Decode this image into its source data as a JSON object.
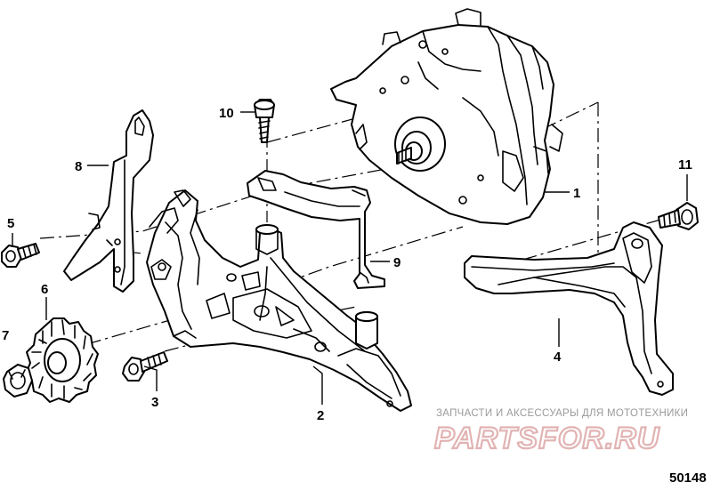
{
  "callouts": [
    {
      "id": "1",
      "label": "1"
    },
    {
      "id": "2",
      "label": "2"
    },
    {
      "id": "3",
      "label": "3"
    },
    {
      "id": "4",
      "label": "4"
    },
    {
      "id": "5",
      "label": "5"
    },
    {
      "id": "6",
      "label": "6"
    },
    {
      "id": "7",
      "label": "7"
    },
    {
      "id": "8",
      "label": "8"
    },
    {
      "id": "9",
      "label": "9"
    },
    {
      "id": "10",
      "label": "10"
    },
    {
      "id": "11",
      "label": "11"
    }
  ],
  "watermark": {
    "tagline": "ЗАПЧАСТИ И АКСЕССУАРЫ ДЛЯ МОТОТЕХНИКИ",
    "logo": "PARTSFOR.RU",
    "color": "#e2b3b3"
  },
  "figure_ref": "50148"
}
